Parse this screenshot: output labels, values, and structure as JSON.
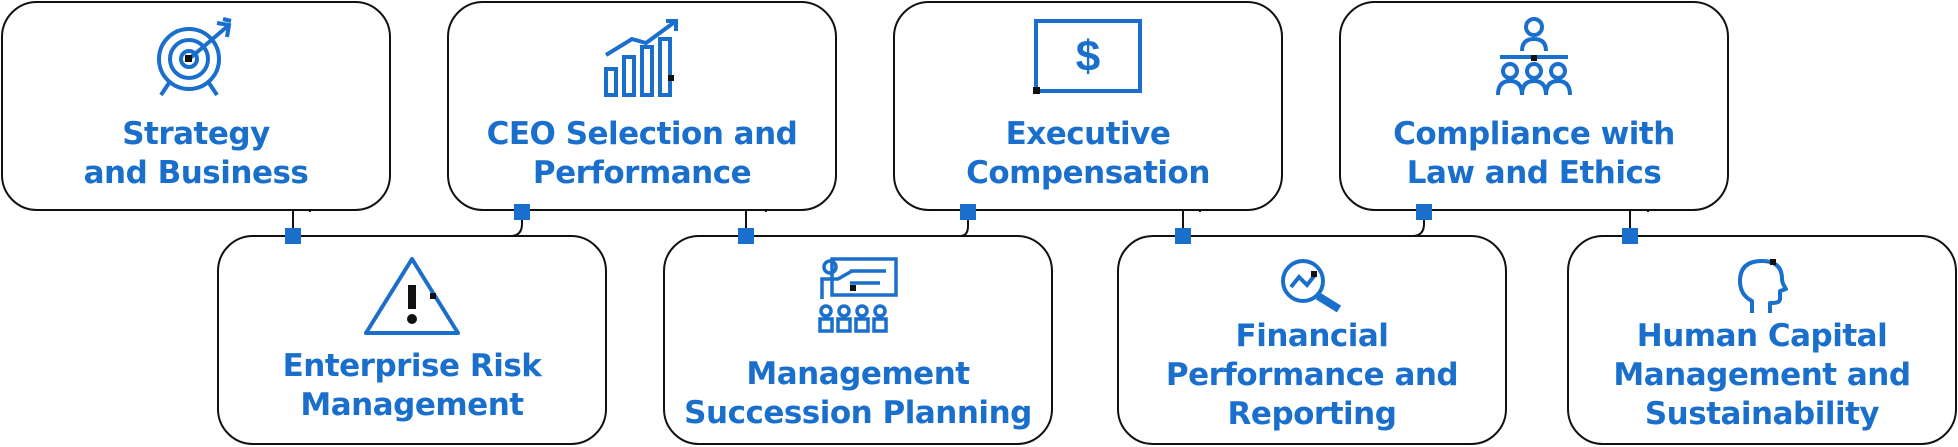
{
  "colors": {
    "accent": "#1a6fcc",
    "outline": "#111111",
    "background": "#ffffff"
  },
  "cards": [
    {
      "id": "strategy",
      "icon": "target-icon",
      "lines": [
        "Strategy",
        "and Business"
      ]
    },
    {
      "id": "ceo",
      "icon": "growth-chart-icon",
      "lines": [
        "CEO  Selection and",
        "Performance"
      ]
    },
    {
      "id": "compensation",
      "icon": "dollar-screen-icon",
      "lines": [
        "Executive",
        "Compensation"
      ]
    },
    {
      "id": "compliance",
      "icon": "org-structure-icon",
      "lines": [
        "Compliance with",
        "Law and Ethics"
      ]
    },
    {
      "id": "risk",
      "icon": "warning-triangle-icon",
      "lines": [
        "Enterprise Risk",
        "Management"
      ]
    },
    {
      "id": "succession",
      "icon": "presentation-audience-icon",
      "lines": [
        "Management",
        "Succession Planning"
      ]
    },
    {
      "id": "financial",
      "icon": "magnifier-trend-icon",
      "lines": [
        "Financial",
        "Performance and",
        "Reporting"
      ]
    },
    {
      "id": "human",
      "icon": "head-profile-icon",
      "lines": [
        "Human Capital",
        "Management and",
        "Sustainability"
      ]
    }
  ]
}
